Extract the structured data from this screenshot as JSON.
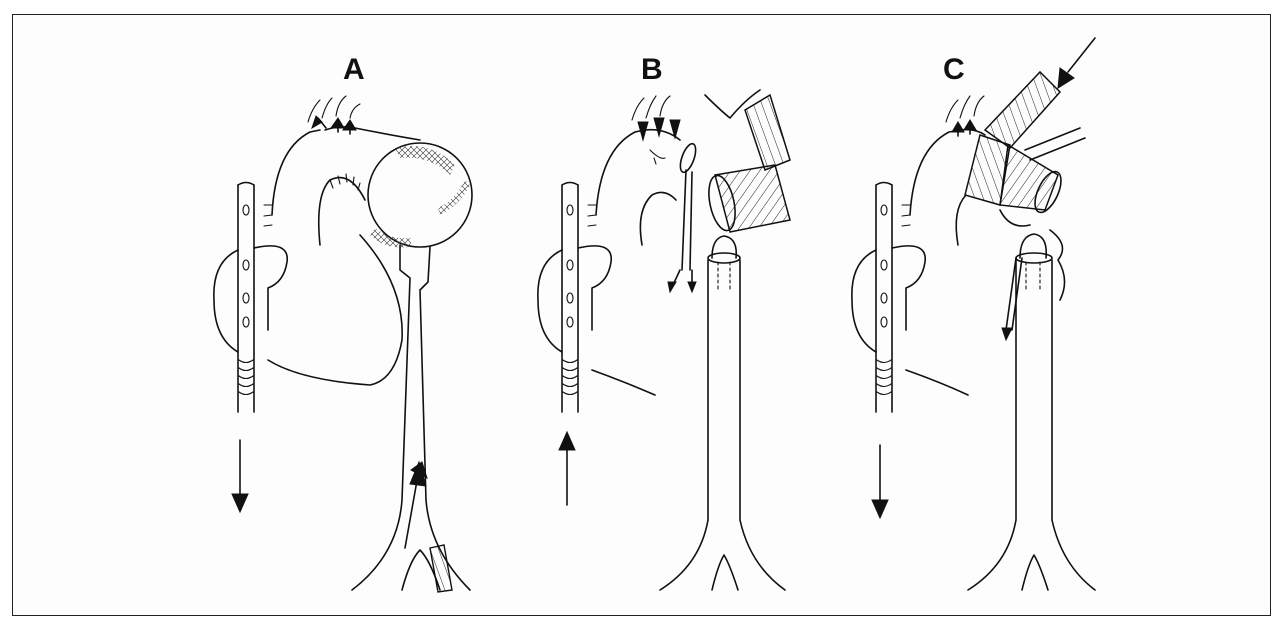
{
  "panels": [
    {
      "id": "A",
      "label": "A"
    },
    {
      "id": "B",
      "label": "B"
    },
    {
      "id": "C",
      "label": "C"
    }
  ],
  "colors": {
    "ink": "#111111",
    "paper": "#fdfdfd",
    "frame": "#222222"
  }
}
